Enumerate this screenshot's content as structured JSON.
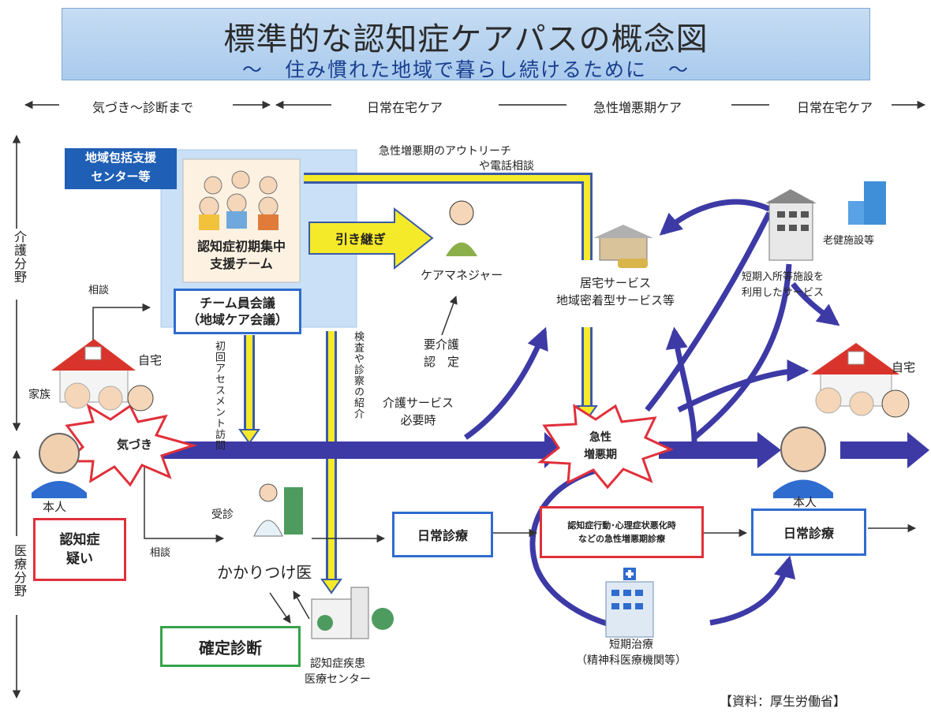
{
  "title": {
    "main": "標準的な認知症ケアパスの概念図",
    "sub": "～　住み慣れた地域で暮らし続けるために　～"
  },
  "phases": {
    "p1": "気づき～診断まで",
    "p2": "日常在宅ケア",
    "p3": "急性増悪期ケア",
    "p4": "日常在宅ケア"
  },
  "axis": {
    "care": "介護分野",
    "medical": "医療分野"
  },
  "center": {
    "label_line1": "地域包括支援",
    "label_line2": "センター等",
    "team_line1": "認知症初期集中",
    "team_line2": "支援チーム",
    "meeting_line1": "チーム員会議",
    "meeting_line2": "（地域ケア会議）"
  },
  "labels": {
    "outreach_line1": "急性増悪期のアウトリーチ",
    "outreach_line2": "や電話相談",
    "handover": "引き継ぎ",
    "care_manager": "ケアマネジャー",
    "home_service_line1": "居宅サービス",
    "home_service_line2": "地域密着型サービス等",
    "facility": "老健施設等",
    "short_stay_line1": "短期入所等施設を",
    "short_stay_line2": "利用したサービス",
    "consult_top": "相談",
    "home_left": "自宅",
    "family": "家族",
    "initial_assessment": "初回アセスメント訪問",
    "exam_referral": "検査や診察の紹介",
    "care_cert_line1": "要介護",
    "care_cert_line2": "認　定",
    "care_need_line1": "介護サービス",
    "care_need_line2": "必要時",
    "awareness": "気づき",
    "acute_line1": "急性",
    "acute_line2": "増悪期",
    "home_right": "自宅",
    "person_left": "本人",
    "person_right": "本人",
    "visit": "受診",
    "consult_bottom": "相談",
    "family_doctor": "かかりつけ医",
    "daily_care_1": "日常診療",
    "acute_treatment_line1": "認知症行動･心理症状悪化時",
    "acute_treatment_line2": "などの急性増悪期診療",
    "daily_care_2": "日常診療",
    "suspected_line1": "認知症",
    "suspected_line2": "疑い",
    "confirmed": "確定診断",
    "medical_center_line1": "認知症疾患",
    "medical_center_line2": "医療センター",
    "short_treatment_line1": "短期治療",
    "short_treatment_line2": "（精神科医療機関等）",
    "source": "【資料：厚生労働省】"
  },
  "colors": {
    "main_arrow": "#3d3aa6",
    "yellow_arrow": "#f5ea2a",
    "blue_border": "#2f6ccf",
    "red_border": "#e0303a",
    "green_border": "#35a34a",
    "center_bg": "#c9e0f6"
  }
}
